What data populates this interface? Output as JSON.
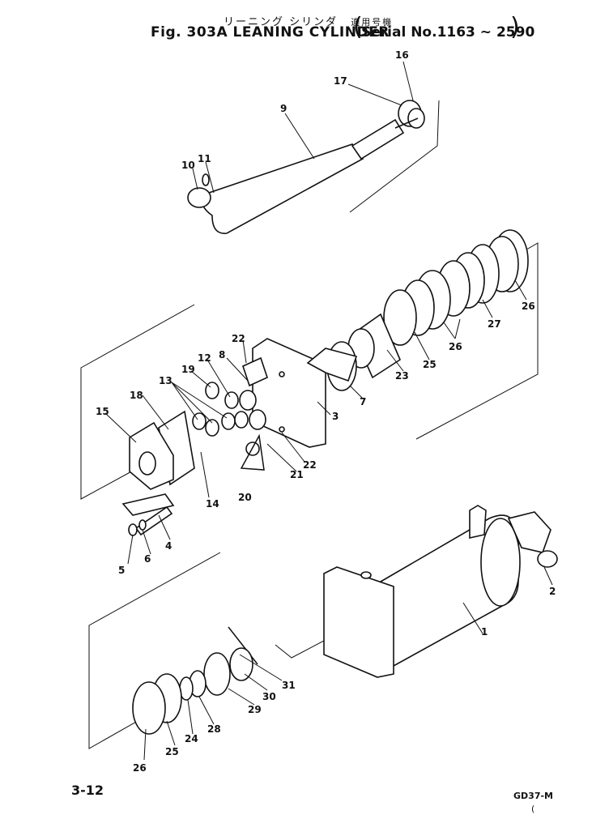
{
  "header": {
    "title_japanese": "リーニング シリンダ",
    "applicability_japanese": "適用号機",
    "title": "Fig. 303A LEANING CYLINDER",
    "serial": "Serial No.1163 ~ 2590"
  },
  "footer": {
    "page_number": "3-12",
    "code": "GD37-M",
    "mark": "("
  },
  "callouts": [
    "16",
    "17",
    "9",
    "10",
    "11",
    "26",
    "27",
    "26",
    "25",
    "23",
    "22",
    "8",
    "12",
    "19",
    "13",
    "18",
    "15",
    "7",
    "3",
    "22",
    "21",
    "20",
    "14",
    "4",
    "5",
    "6",
    "2",
    "1",
    "31",
    "30",
    "29",
    "28",
    "24",
    "25",
    "26"
  ]
}
